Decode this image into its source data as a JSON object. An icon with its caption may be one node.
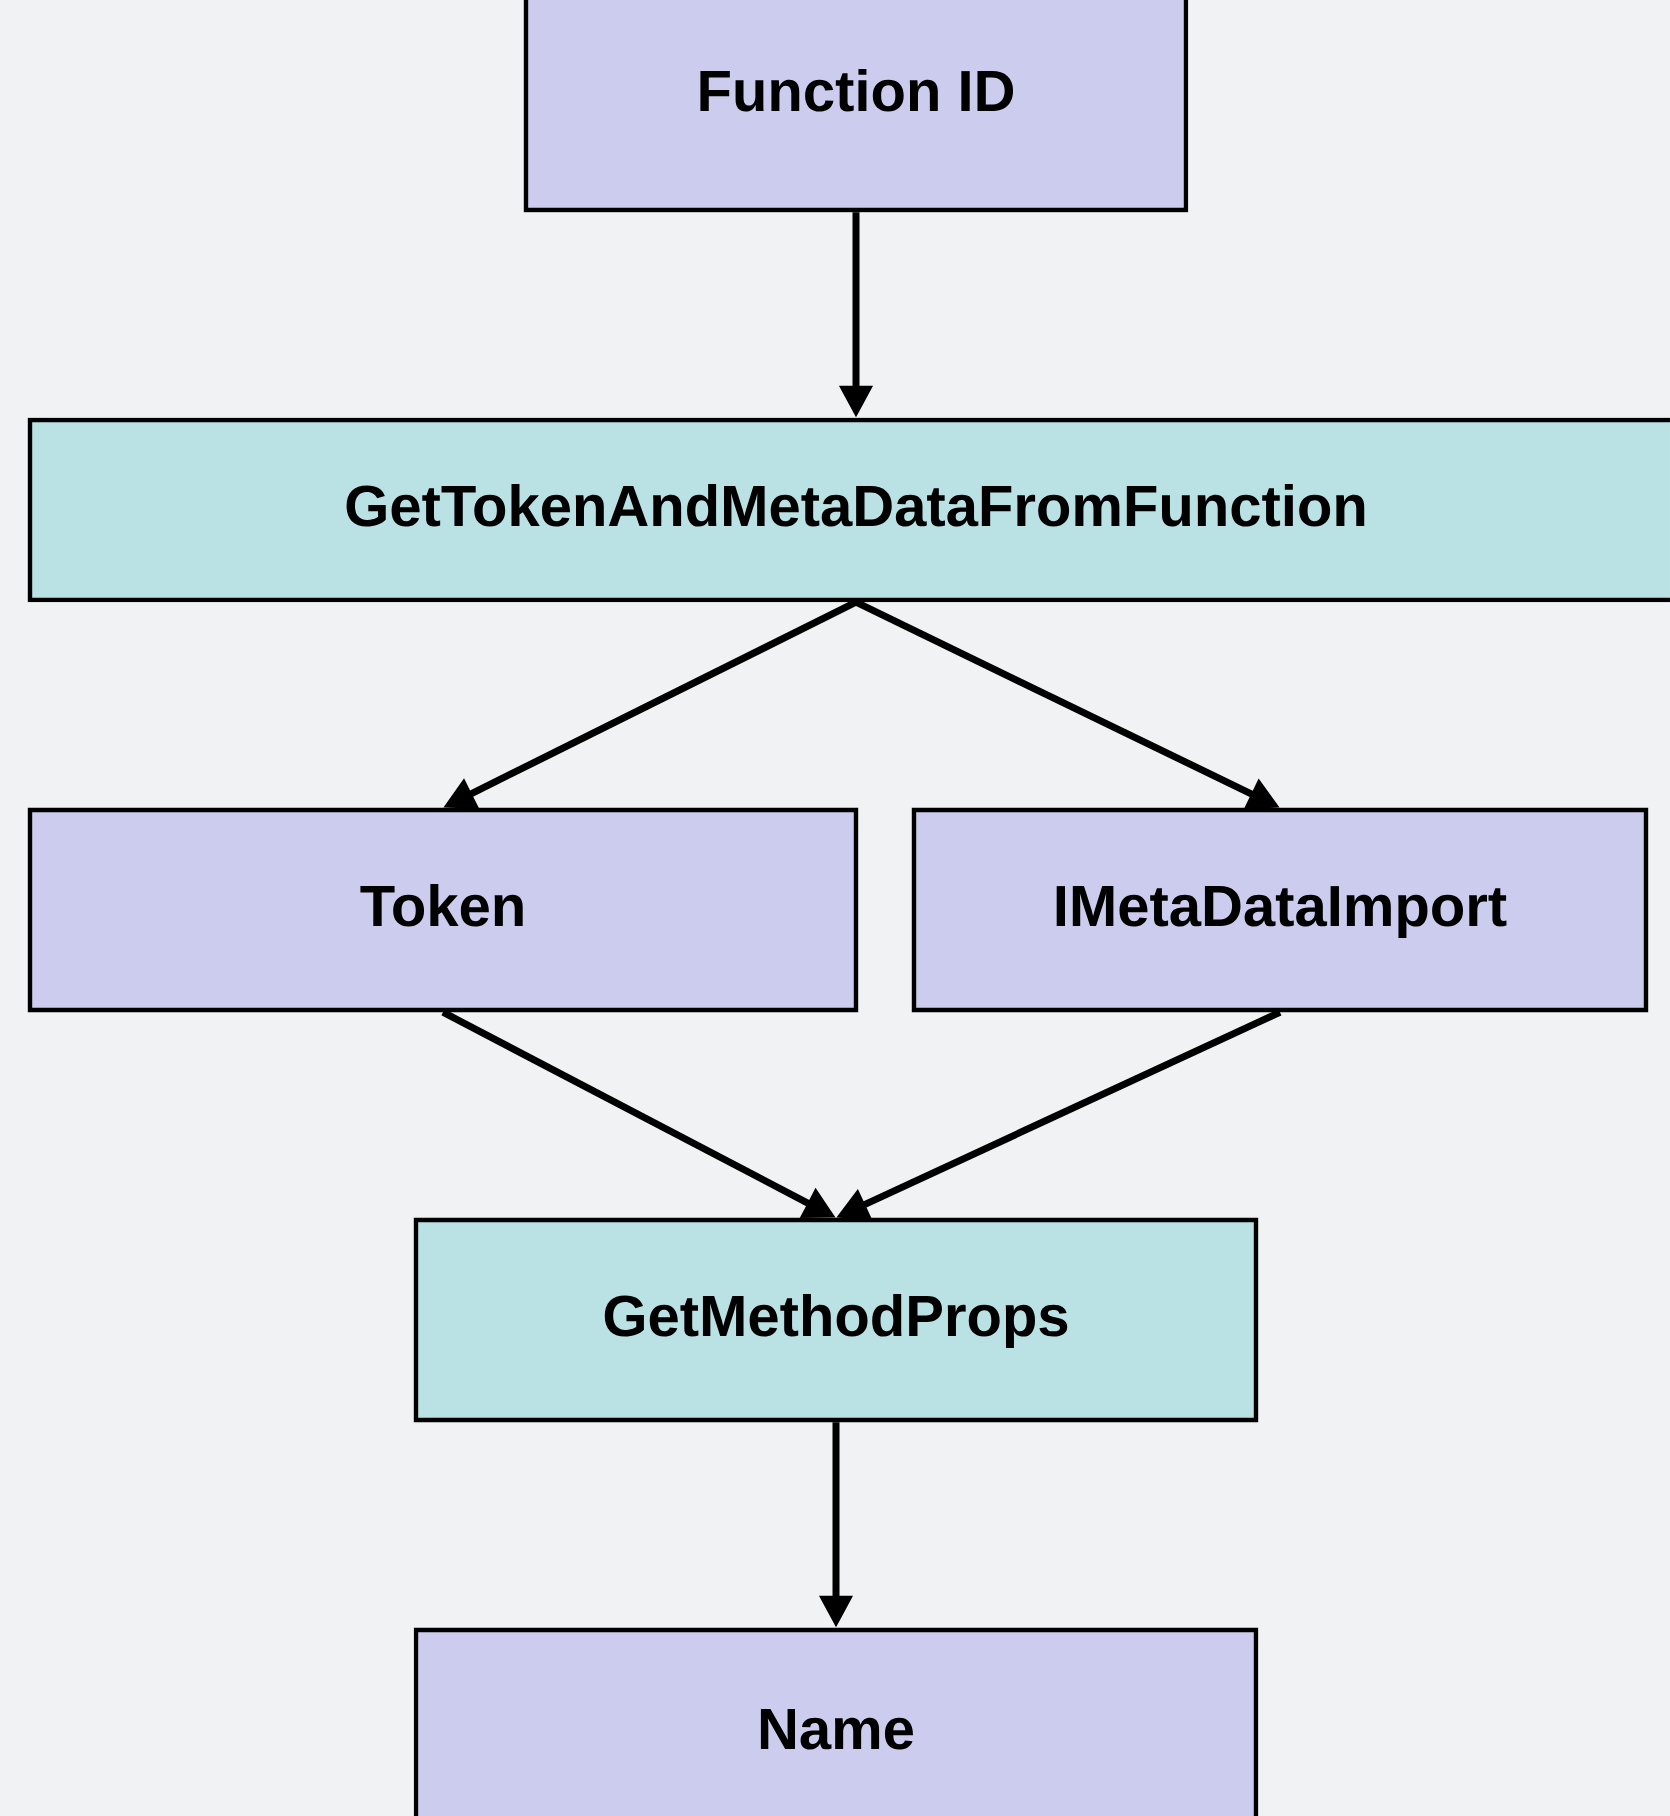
{
  "diagram": {
    "nodes": [
      {
        "text": [
          "Function ID"
        ]
      },
      {
        "text": [
          "GetTokenAndMetaDataFromFunction"
        ]
      },
      {
        "text": [
          "Token"
        ]
      },
      {
        "text": [
          "IMetaDataImport"
        ]
      },
      {
        "text": [
          "GetMethodProps"
        ]
      },
      {
        "text": [
          "Name"
        ]
      }
    ],
    "edges": [
      {
        "from": 0,
        "to": 1,
        "arrow": "to"
      },
      {
        "from": 1,
        "to": 2,
        "arrow": "to"
      },
      {
        "from": 1,
        "to": 3,
        "arrow": "to"
      },
      {
        "from": 2,
        "to": 4,
        "arrow": "to"
      },
      {
        "from": 3,
        "to": 4,
        "arrow": "to"
      },
      {
        "from": 4,
        "to": 5,
        "arrow": "to"
      }
    ]
  }
}
